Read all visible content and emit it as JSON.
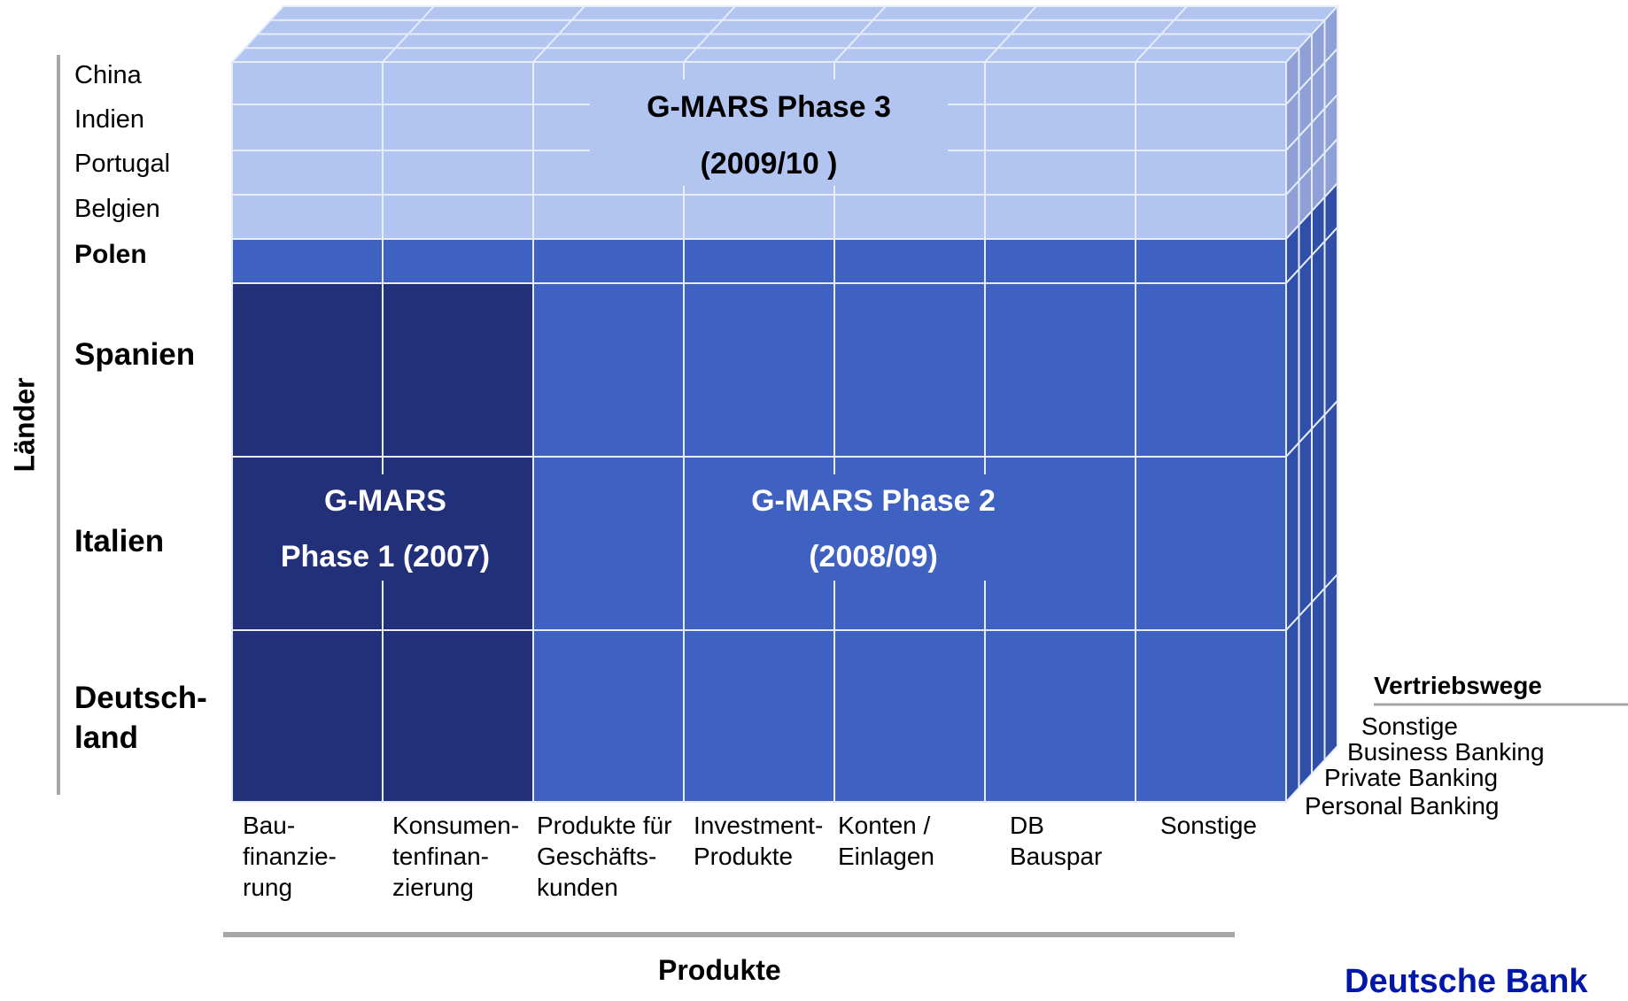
{
  "diagram": {
    "y_axis_label": "Länder",
    "x_axis_label": "Produkte",
    "z_axis_label": "Vertriebswege",
    "countries": [
      {
        "name": "China",
        "bold": false
      },
      {
        "name": "Indien",
        "bold": false
      },
      {
        "name": "Portugal",
        "bold": false
      },
      {
        "name": "Belgien",
        "bold": false
      },
      {
        "name": "Polen",
        "bold": true
      },
      {
        "name": "Spanien",
        "bold": true
      },
      {
        "name": "Italien",
        "bold": true
      },
      {
        "name": "Deutsch-\nland",
        "bold": true
      }
    ],
    "products": [
      "Bau-\nfinanzie-\nrung",
      "Konsumen-\ntenfinan-\nzierung",
      "Produkte für\nGeschäfts-\nkunden",
      "Investment-\nProdukte",
      "Konten /\nEinlagen",
      "DB\nBauspar",
      "Sonstige"
    ],
    "channels": [
      "Sonstige",
      "Business Banking",
      "Private Banking",
      "Personal Banking"
    ],
    "phases": [
      {
        "line1": "G-MARS",
        "line2": "Phase 1 (2007)"
      },
      {
        "line1": "G-MARS Phase 2",
        "line2": "(2008/09)"
      },
      {
        "line1": "G-MARS Phase 3",
        "line2": "(2009/10 )"
      }
    ],
    "colors": {
      "phase1": "#22307a",
      "phase2": "#3f61c2",
      "phase3": "#b2c4f0",
      "grid": "#e6ecfa",
      "axis_line": "#a6a6a6",
      "logo": "#0018a8"
    },
    "logo_text": "Deutsche Bank"
  }
}
